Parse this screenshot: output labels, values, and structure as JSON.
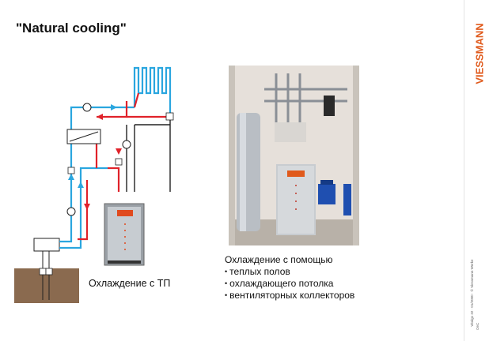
{
  "slide": {
    "title": "\"Natural cooling\"",
    "logo_text": "VIESSMANN",
    "footer_line1": "Vitalgo 32 · 01/2000 · © Viessmann Werke",
    "footer_line2": "OeC"
  },
  "diagram": {
    "caption": "Охлаждение с ТП"
  },
  "photo": {
    "heading": "Охлаждение с помощью",
    "items": [
      "теплых полов",
      "охлаждающего потолка",
      "вентиляторных коллекторов"
    ]
  },
  "colors": {
    "hot_pipe": "#e0222a",
    "cold_pipe": "#2aa6df",
    "brand_orange": "#e05a1c",
    "ground": "#8a6a4f"
  }
}
